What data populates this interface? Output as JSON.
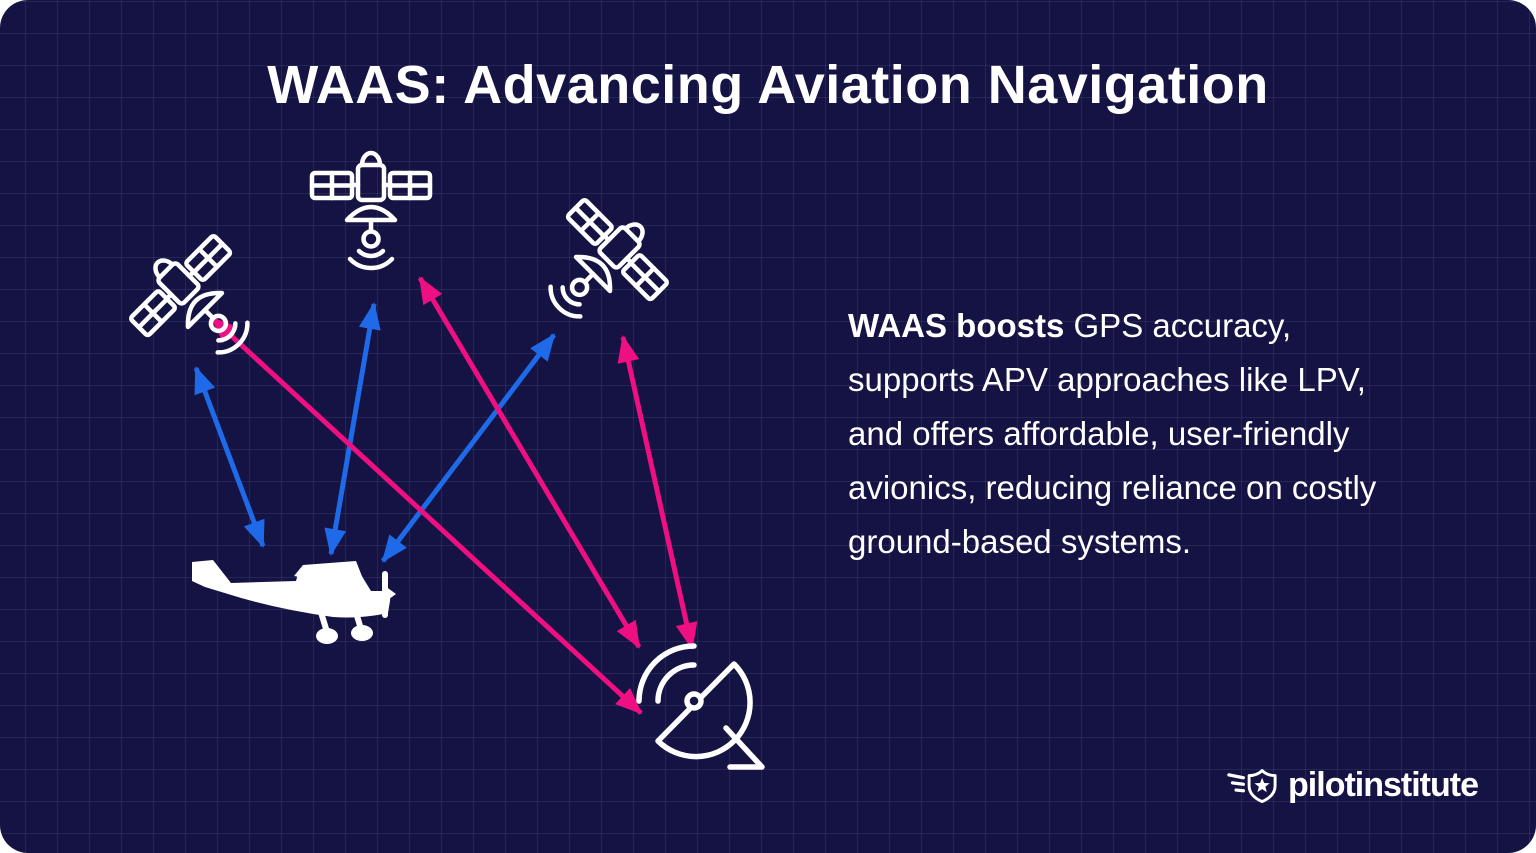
{
  "card": {
    "title": "WAAS: Advancing Aviation Navigation",
    "background_color": "#151343",
    "accent_blue": "#1f6ae8",
    "accent_pink": "#ee0f82"
  },
  "description": {
    "lines": [
      {
        "bold": "WAAS boosts",
        "rest": " GPS accuracy,"
      },
      {
        "bold": "",
        "rest": "supports APV approaches like LPV,"
      },
      {
        "bold": "",
        "rest": "and offers affordable, user-friendly"
      },
      {
        "bold": "",
        "rest": "avionics, reducing reliance on costly"
      },
      {
        "bold": "",
        "rest": "ground-based systems."
      }
    ]
  },
  "diagram": {
    "nodes": [
      {
        "id": "satellite-left",
        "icon": "satellite-icon"
      },
      {
        "id": "satellite-middle",
        "icon": "satellite-icon"
      },
      {
        "id": "satellite-right",
        "icon": "satellite-icon"
      },
      {
        "id": "airplane",
        "icon": "airplane-icon"
      },
      {
        "id": "ground-station",
        "icon": "ground-station-dish-icon"
      }
    ],
    "links": [
      {
        "from": "satellite-left",
        "to": "airplane",
        "color": "#1f6ae8",
        "style": "double-headed-arrow"
      },
      {
        "from": "satellite-middle",
        "to": "airplane",
        "color": "#1f6ae8",
        "style": "double-headed-arrow"
      },
      {
        "from": "satellite-right",
        "to": "airplane",
        "color": "#1f6ae8",
        "style": "double-headed-arrow"
      },
      {
        "from": "satellite-left",
        "to": "ground-station",
        "color": "#ee0f82",
        "style": "double-headed-arrow"
      },
      {
        "from": "satellite-middle",
        "to": "ground-station",
        "color": "#ee0f82",
        "style": "double-headed-arrow"
      },
      {
        "from": "satellite-right",
        "to": "ground-station",
        "color": "#ee0f82",
        "style": "double-headed-arrow"
      }
    ]
  },
  "logo": {
    "text": "pilotinstitute",
    "icon": "pilot-institute-shield-star-badge-icon"
  }
}
